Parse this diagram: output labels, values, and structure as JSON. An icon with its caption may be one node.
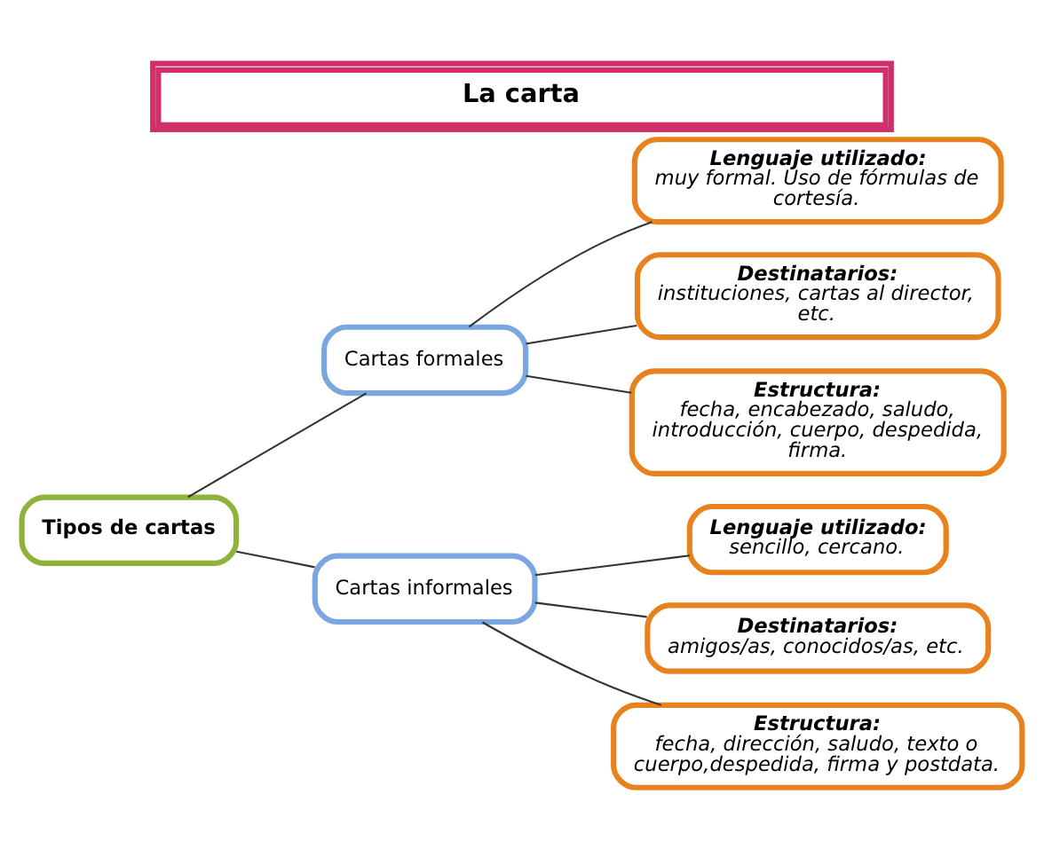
{
  "diagram": {
    "title": "La carta",
    "nodes": [
      {
        "text": [
          "Tipos de cartas"
        ]
      },
      {
        "text": [
          "Cartas formales"
        ]
      },
      {
        "text": [
          "Lenguaje utilizado:",
          "muy formal. Uso de fórmulas de cortesía."
        ]
      },
      {
        "text": [
          "Destinatarios:",
          "instituciones, cartas al director, etc."
        ]
      },
      {
        "text": [
          "Estructura:",
          "fecha, encabezado, saludo, introducción, cuerpo, despedida, firma."
        ]
      },
      {
        "text": [
          "Cartas informales"
        ]
      },
      {
        "text": [
          "Lenguaje utilizado:",
          "sencillo, cercano."
        ]
      },
      {
        "text": [
          "Destinatarios:",
          "amigos/as, conocidos/as, etc."
        ]
      },
      {
        "text": [
          "Estructura:",
          "fecha, dirección, saludo, texto o cuerpo,despedida, firma y postdata."
        ]
      }
    ],
    "edges": [
      {
        "from": 0,
        "to": 1,
        "arrow": "none"
      },
      {
        "from": 0,
        "to": 5,
        "arrow": "none"
      },
      {
        "from": 1,
        "to": 2,
        "arrow": "none"
      },
      {
        "from": 1,
        "to": 3,
        "arrow": "none"
      },
      {
        "from": 1,
        "to": 4,
        "arrow": "none"
      },
      {
        "from": 5,
        "to": 6,
        "arrow": "none"
      },
      {
        "from": 5,
        "to": 7,
        "arrow": "none"
      },
      {
        "from": 5,
        "to": 8,
        "arrow": "none"
      }
    ]
  }
}
